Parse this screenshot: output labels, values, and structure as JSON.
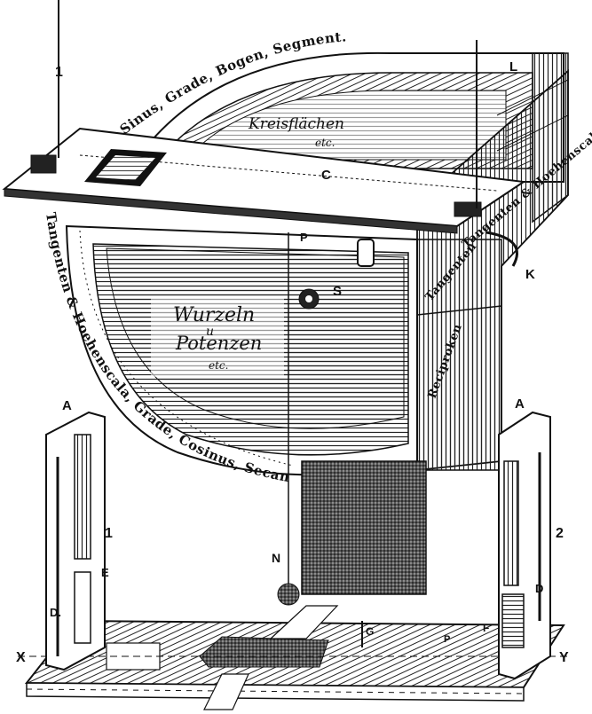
{
  "labels": {
    "pointer_1": "1",
    "arc_top": "Sinus, Grade, Bogen, Segment.",
    "arc_left": "Tangenten & Hoehenscala, Grade, Cosinus, Secan",
    "kreisflaechen": "Kreisflächen",
    "kreisflaechen_etc": "etc.",
    "wurzeln": "Wurzeln",
    "wurzeln_u": "u",
    "potenzen": "Potenzen",
    "wurzeln_etc": "etc.",
    "side_top": "Tangenten & Hoehenscala",
    "side_mid": "Tangenten",
    "side_low": "Reciproken",
    "L": "L",
    "C": "C",
    "P": "P",
    "S": "S",
    "K": "K",
    "N": "N",
    "A_left": "A",
    "A_right": "A",
    "num_1": "1",
    "num_2": "2",
    "E_left": "E",
    "D_left": "D.",
    "D_right": "D",
    "F_right": "F",
    "G_base": "G",
    "P_base": "P",
    "X": "X",
    "Y": "Y"
  }
}
